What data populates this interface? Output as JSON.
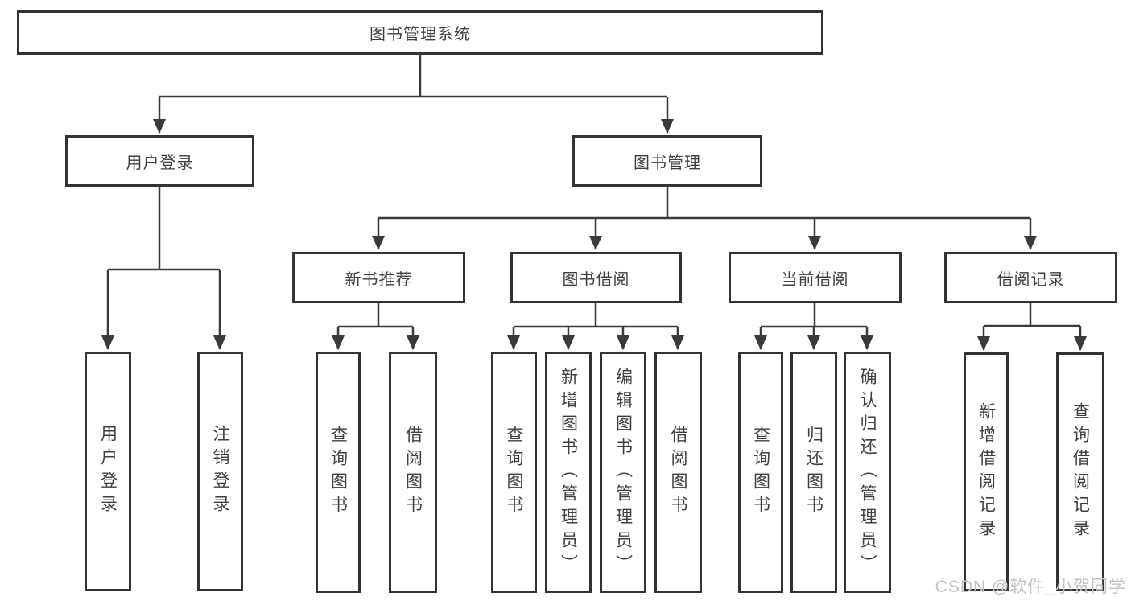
{
  "title": "图书管理系统",
  "branches": [
    {
      "label": "用户登录",
      "children": [
        {
          "label": "用户登录"
        },
        {
          "label": "注销登录"
        }
      ]
    },
    {
      "label": "图书管理",
      "groups": [
        {
          "label": "新书推荐",
          "children": [
            {
              "label": "查询图书"
            },
            {
              "label": "借阅图书"
            }
          ]
        },
        {
          "label": "图书借阅",
          "children": [
            {
              "label": "查询图书"
            },
            {
              "label": "新增图书（管理员）"
            },
            {
              "label": "编辑图书（管理员）"
            },
            {
              "label": "借阅图书"
            }
          ]
        },
        {
          "label": "当前借阅",
          "children": [
            {
              "label": "查询图书"
            },
            {
              "label": "归还图书"
            },
            {
              "label": "确认归还（管理员）"
            }
          ]
        },
        {
          "label": "借阅记录",
          "children": [
            {
              "label": "新增借阅记录"
            },
            {
              "label": "查询借阅记录"
            }
          ]
        }
      ]
    }
  ],
  "watermark": "CSDN @软件_小贺同学",
  "colors": {
    "line": "#3a3a3a",
    "border": "#333333",
    "text": "#3f3f3f",
    "watermark": "#c3c3c3"
  }
}
